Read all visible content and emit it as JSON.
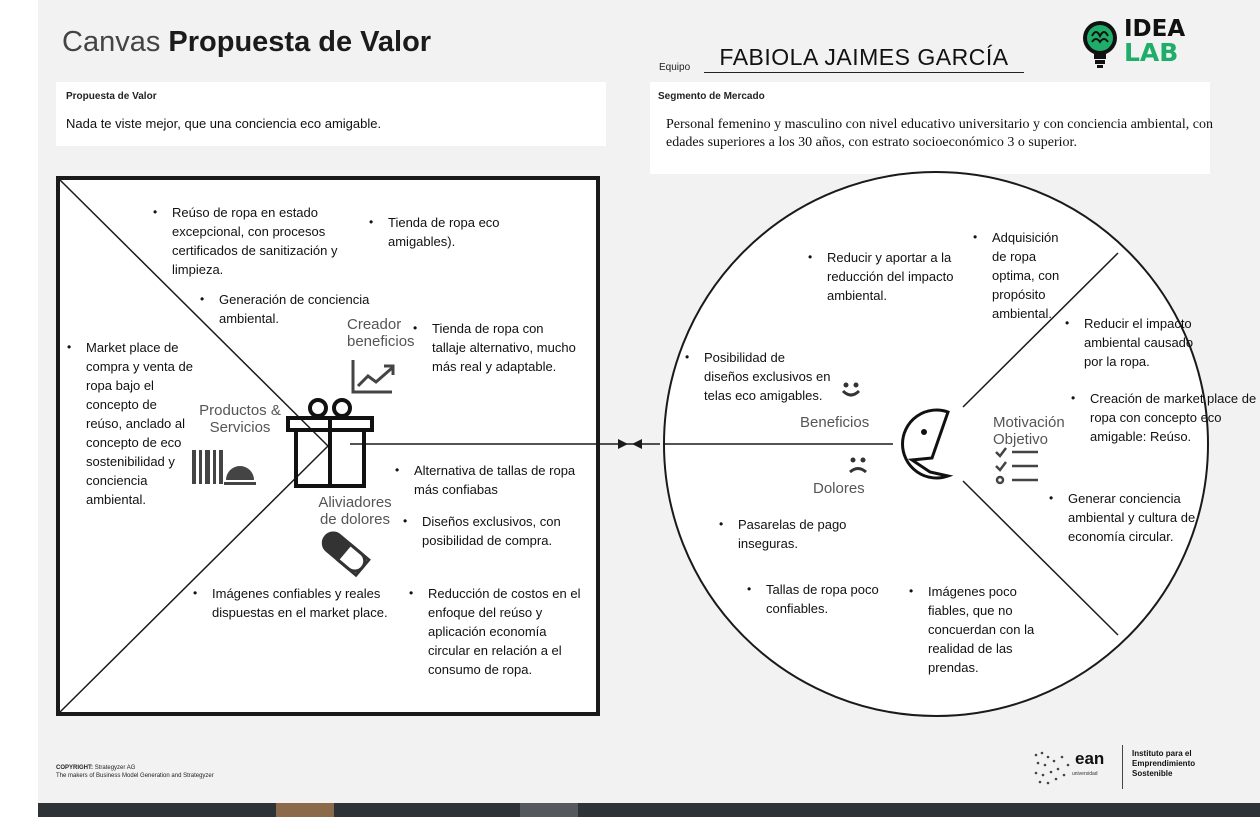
{
  "header": {
    "title_light": "Canvas",
    "title_bold": "Propuesta de Valor",
    "team_label": "Equipo",
    "team_name": "FABIOLA JAIMES GARCÍA",
    "logo_line1": "IDEA",
    "logo_line2": "LAB"
  },
  "value_proposition": {
    "label": "Propuesta de Valor",
    "text": "Nada te viste mejor, que una conciencia eco amigable."
  },
  "market_segment": {
    "label": "Segmento de Mercado",
    "text": "Personal femenino y masculino con nivel educativo universitario y con conciencia ambiental, con edades superiores a los 30 años, con estrato socioeconómico 3 o superior."
  },
  "value_map": {
    "labels": {
      "gain_creators": "Creador beneficios",
      "products_services": "Productos & Servicios",
      "pain_relievers": "Aliviadores de dolores"
    },
    "gain_creators": [
      "Reúso de ropa en estado excepcional, con procesos certificados de sanitización y limpieza.",
      "Tienda de ropa eco amigables).",
      "Generación de conciencia ambiental.",
      "Tienda de ropa con tallaje alternativo, mucho más real y adaptable."
    ],
    "products_services": [
      "Market place de compra y venta de ropa bajo el concepto de reúso, anclado al concepto de eco sostenibilidad y conciencia ambiental."
    ],
    "pain_relievers": [
      "Alternativa de tallas de ropa más confiabas",
      "Diseños exclusivos, con posibilidad de compra.",
      "Imágenes confiables y reales dispuestas en el market place.",
      "Reducción de costos en el enfoque del reúso  y aplicación economía circular en relación a el consumo de ropa."
    ]
  },
  "customer_profile": {
    "labels": {
      "gains": "Beneficios",
      "pains": "Dolores",
      "jobs": "Motivación Objetivo"
    },
    "gains": [
      "Reducir y aportar a la reducción del impacto ambiental.",
      "Adquisición de ropa optima, con propósito ambiental.",
      "Posibilidad de diseños exclusivos en telas eco amigables."
    ],
    "jobs": [
      "Reducir el impacto ambiental causado por la ropa.",
      "Creación de market place de ropa con concepto eco amigable: Reúso.",
      "Generar conciencia ambiental y cultura de economía circular."
    ],
    "pains": [
      "Pasarelas de pago inseguras.",
      "Tallas de ropa poco confiables.",
      "Imágenes poco fiables, que no concuerdan con la realidad de las prendas."
    ]
  },
  "footer": {
    "copyright_label": "COPYRIGHT:",
    "copyright_holder": "Strategyzer AG",
    "copyright_line2": "The makers of Business Model Generation and Strategyzer",
    "ean_word": "ean",
    "ean_sub": "universidad",
    "institute": "Instituto para el Emprendimiento Sostenible"
  },
  "colors": {
    "sheet_background": "#f2f2f2",
    "logo_green": "#1fae6a",
    "frame": "#1a1a1a"
  },
  "icons": [
    "gift-icon",
    "growth-chart-icon",
    "barcode-service-icon",
    "pill-icon",
    "smile-icon",
    "frown-icon",
    "face-icon",
    "checklist-icon",
    "brain-bulb-icon"
  ]
}
